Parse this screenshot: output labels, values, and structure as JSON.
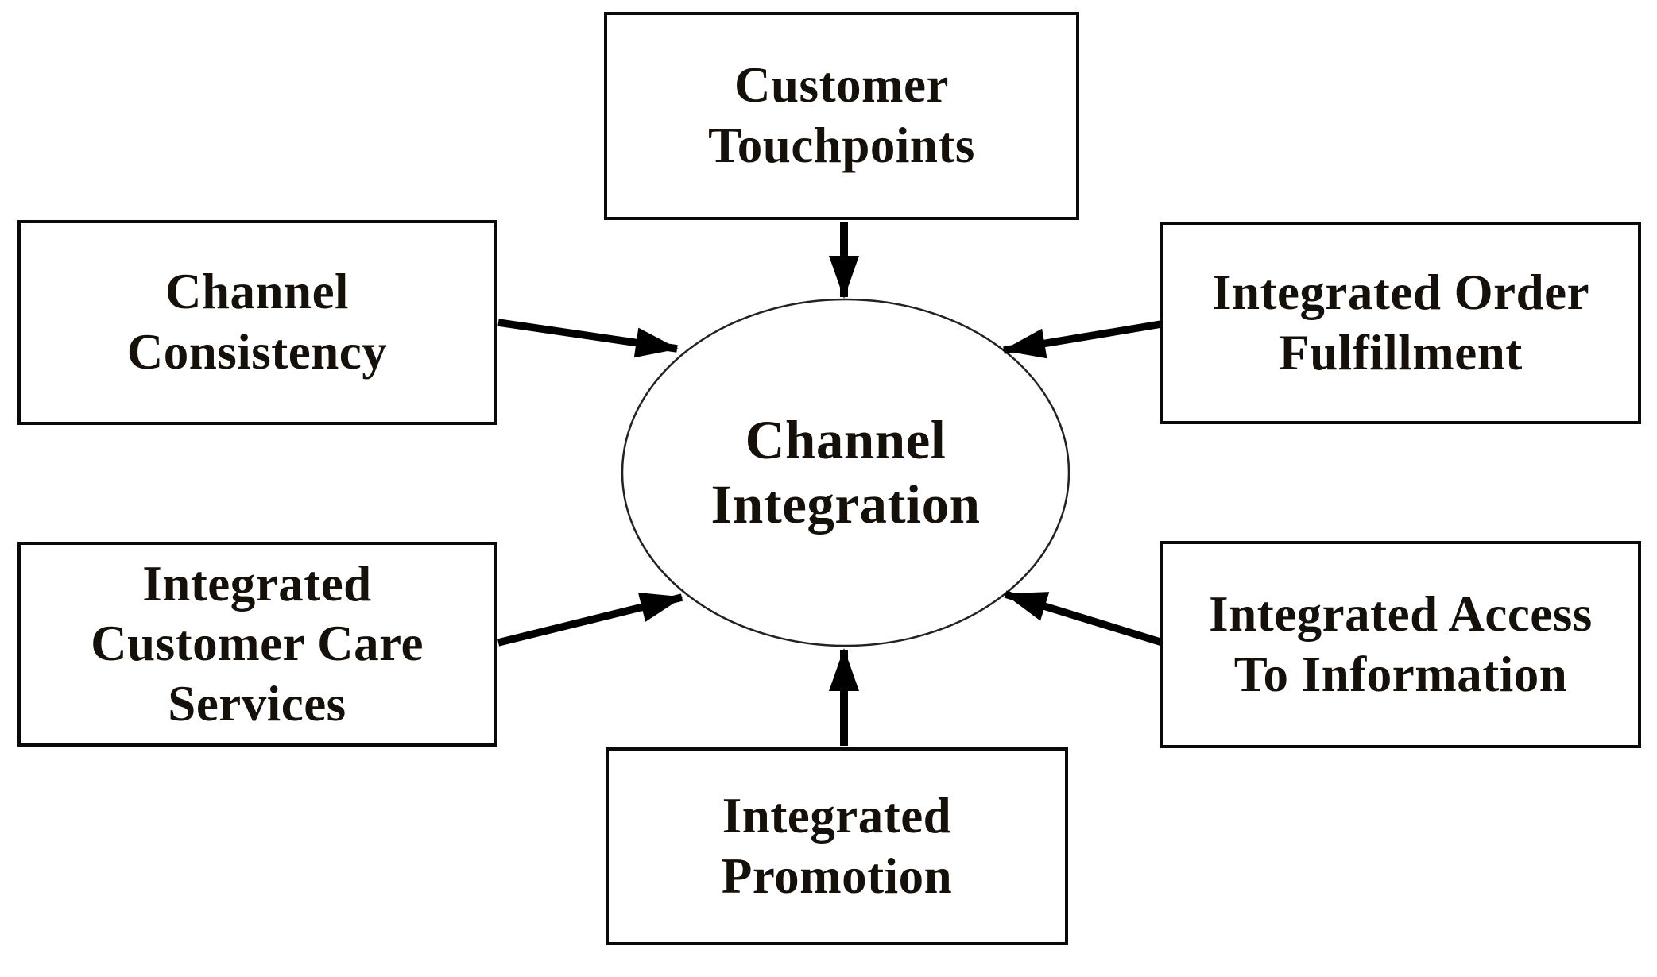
{
  "diagram": {
    "title_hint": "Channel Integration hub diagram",
    "center": {
      "label": "Channel\nIntegration"
    },
    "nodes": [
      {
        "id": "customer-touchpoints",
        "label": "Customer\nTouchpoints"
      },
      {
        "id": "channel-consistency",
        "label": "Channel\nConsistency"
      },
      {
        "id": "integrated-order-fulfillment",
        "label": "Integrated Order\nFulfillment"
      },
      {
        "id": "integrated-customer-care-services",
        "label": "Integrated\nCustomer Care\nServices"
      },
      {
        "id": "integrated-access-to-information",
        "label": "Integrated Access\nTo Information"
      },
      {
        "id": "integrated-promotion",
        "label": "Integrated\nPromotion"
      }
    ],
    "colors": {
      "stroke": "#000000",
      "ellipse_stroke": "#222222",
      "background": "#ffffff",
      "text": "#16100b"
    }
  }
}
